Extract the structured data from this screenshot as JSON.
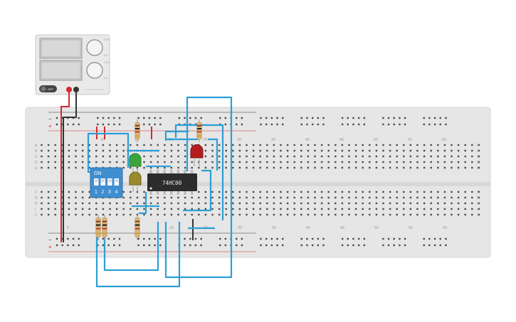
{
  "power_supply": {
    "switch_label": "OFF",
    "knob_top_label_a": "CH1",
    "knob_top_label_b": "CV",
    "knob_bottom_label_a": "CH2",
    "knob_bottom_label_b": "CC"
  },
  "breadboard": {
    "column_numbers_top": [
      "10",
      "15",
      "20",
      "25",
      "30",
      "35",
      "40",
      "45",
      "50",
      "55",
      "60"
    ],
    "column_numbers_bottom": [
      "5",
      "10",
      "15",
      "20",
      "25",
      "30",
      "35",
      "40",
      "45",
      "50",
      "55",
      "60"
    ],
    "row_letters_top": [
      "A",
      "B",
      "C",
      "D",
      "E"
    ],
    "row_letters_bottom": [
      "F",
      "G",
      "H",
      "I",
      "J"
    ],
    "rail_plus": "+",
    "rail_minus": "−"
  },
  "dip_switch": {
    "on_label": "ON",
    "numbers": [
      "1",
      "2",
      "3",
      "4"
    ]
  },
  "chip": {
    "label": "74HC00"
  },
  "leds": [
    {
      "color": "green"
    },
    {
      "color": "olive"
    },
    {
      "color": "red"
    }
  ],
  "colors": {
    "wire_blue": "#2b9fd6",
    "wire_red": "#d6282b",
    "wire_black": "#333333",
    "board": "#e6e6e6",
    "dip_body": "#3e8ed0",
    "chip_body": "#2c2c2c"
  }
}
